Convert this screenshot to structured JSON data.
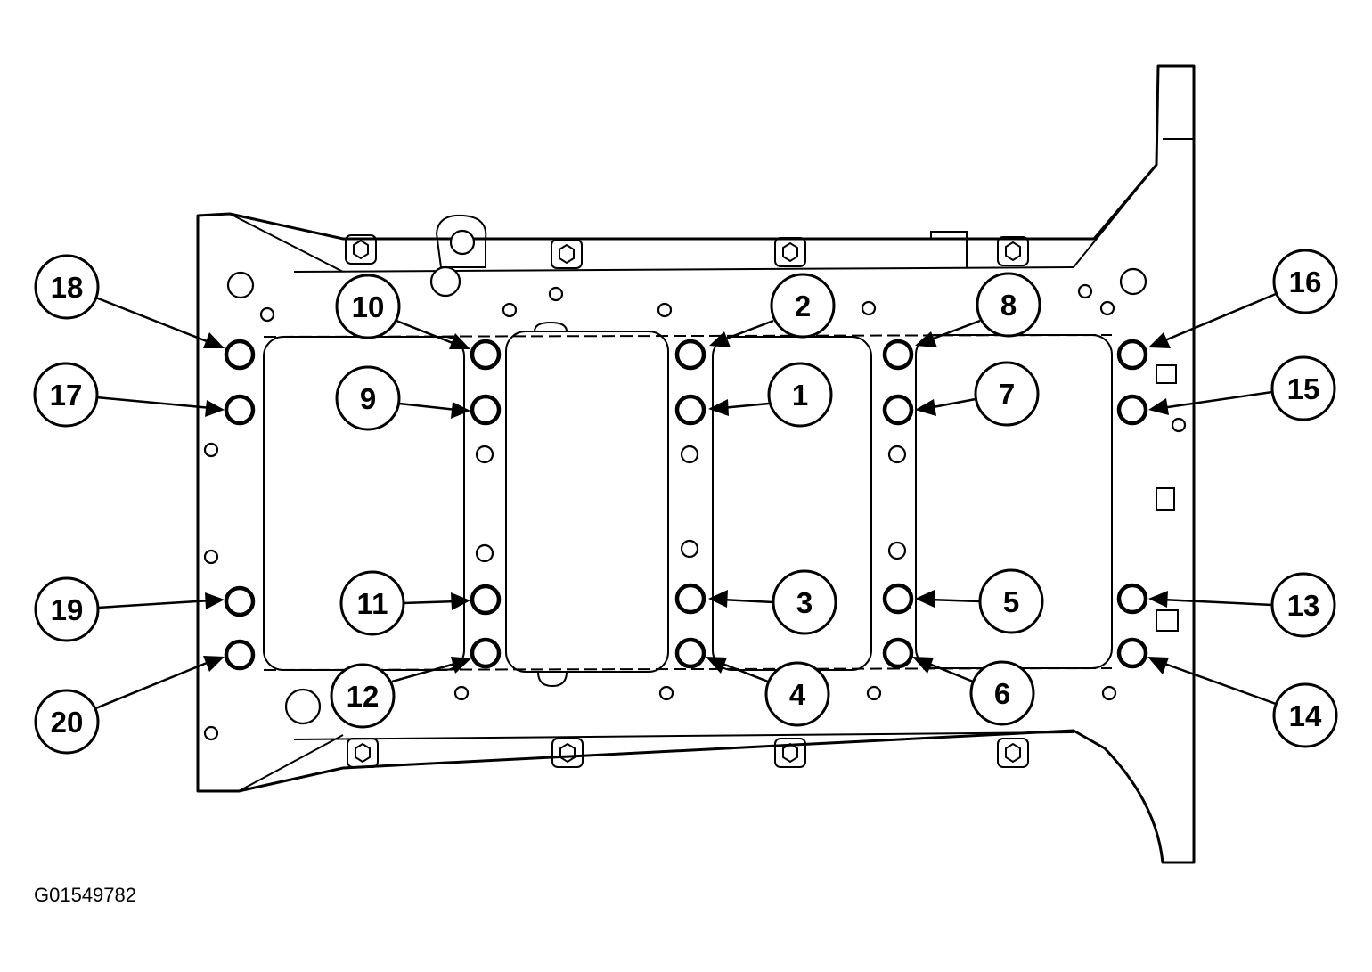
{
  "figure_code": "G01549782",
  "callouts": [
    {
      "label": "1"
    },
    {
      "label": "2"
    },
    {
      "label": "3"
    },
    {
      "label": "4"
    },
    {
      "label": "5"
    },
    {
      "label": "6"
    },
    {
      "label": "7"
    },
    {
      "label": "8"
    },
    {
      "label": "9"
    },
    {
      "label": "10"
    },
    {
      "label": "11"
    },
    {
      "label": "12"
    },
    {
      "label": "13"
    },
    {
      "label": "14"
    },
    {
      "label": "15"
    },
    {
      "label": "16"
    },
    {
      "label": "17"
    },
    {
      "label": "18"
    },
    {
      "label": "19"
    },
    {
      "label": "20"
    }
  ]
}
